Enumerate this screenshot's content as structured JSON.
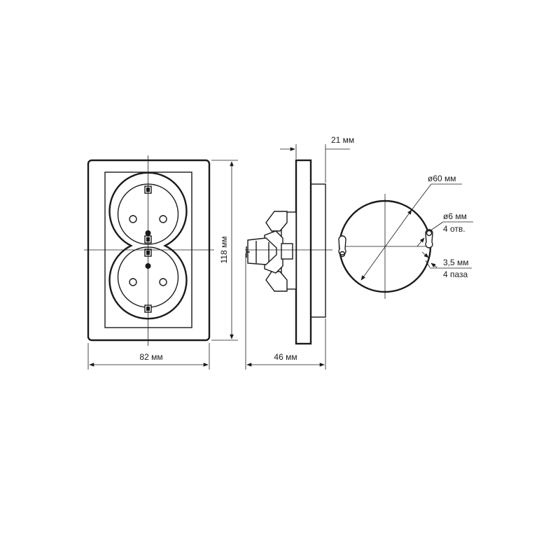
{
  "labels": {
    "width": "82 мм",
    "height": "118 мм",
    "depth_total": "46 мм",
    "depth_frame": "21 мм",
    "diameter": "ø60 мм",
    "hole_size": "ø6 мм",
    "hole_count": "4 отв.",
    "slot_size": "3,5 мм",
    "slot_count": "4 паза"
  },
  "colors": {
    "line": "#1a1a1a",
    "background": "#ffffff"
  }
}
